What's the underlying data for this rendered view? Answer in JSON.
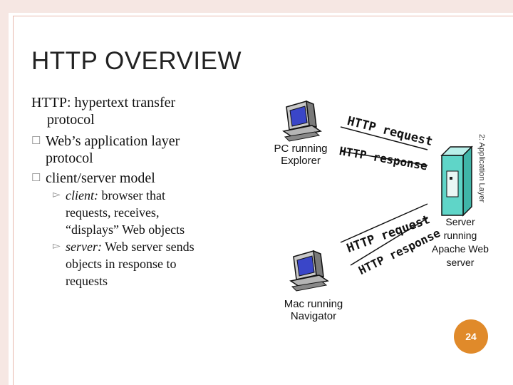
{
  "slide": {
    "title": "HTTP OVERVIEW",
    "side_label": "2: Application Layer",
    "page_number": "24"
  },
  "content": {
    "heading_line1": "HTTP: hypertext transfer",
    "heading_line2": "protocol",
    "bullets": [
      {
        "line1": "Web’s application layer",
        "line2": "protocol"
      },
      {
        "line1": "client/server model"
      }
    ],
    "subbullets": [
      {
        "label": "client:",
        "rest1": " browser that",
        "rest2": "requests, receives,",
        "rest3": "“displays” Web objects"
      },
      {
        "label": "server:",
        "rest1": " Web server sends",
        "rest2": "objects in response to",
        "rest3": "requests"
      }
    ]
  },
  "diagram": {
    "pc_label_line1": "PC running",
    "pc_label_line2": "Explorer",
    "mac_label_line1": "Mac running",
    "mac_label_line2": "Navigator",
    "server_label_lines": [
      "Server",
      "running",
      "Apache Web",
      "server"
    ],
    "arrows": {
      "request_top": "HTTP request",
      "response_top": "HTTP response",
      "request_bottom": "HTTP request",
      "response_bottom": "HTTP response"
    }
  },
  "colors": {
    "frame": "#f6e7e3",
    "frame_line": "#e8b8ad",
    "bullet": "#8a8a8a",
    "page_badge": "#e08a2a",
    "server_fill": "#5fd5c8",
    "screen_blue": "#3a46c8"
  }
}
